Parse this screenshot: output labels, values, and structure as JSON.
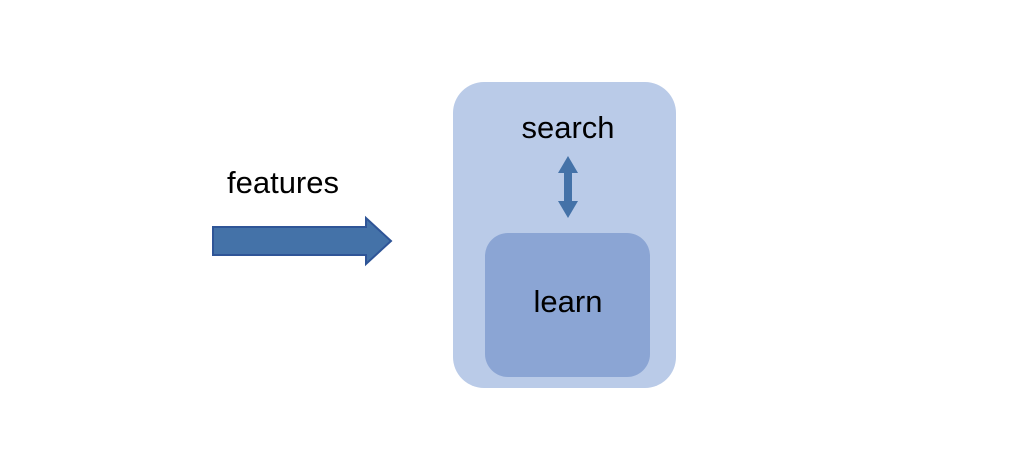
{
  "diagram": {
    "title": "search and learn module diagram",
    "background_color": "#FFFFFF",
    "input": {
      "label": "features",
      "arrow_icon_name": "right-block-arrow",
      "arrow_fill": "#4472A8",
      "arrow_stroke": "#2F5597",
      "direction": "right"
    },
    "outer_box": {
      "fill": "#BACBE8",
      "search": {
        "label": "search"
      },
      "link": {
        "arrow_icon_name": "up-down-double-arrow",
        "arrow_fill": "#4472A8",
        "direction": "bidirectional"
      },
      "inner_box": {
        "fill": "#8BA5D4",
        "label": "learn"
      }
    }
  }
}
